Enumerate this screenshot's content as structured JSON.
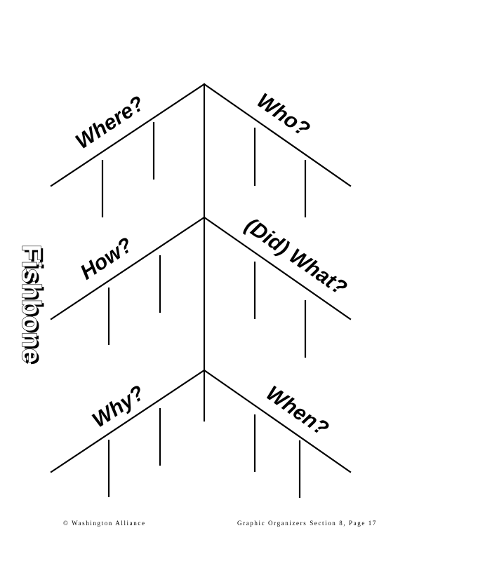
{
  "title": "Fishbone",
  "branches": {
    "where": "Where?",
    "who": "Who?",
    "how": "How?",
    "did_what": "(Did) What?",
    "why": "Why?",
    "when": "When?"
  },
  "footer": {
    "left": "© Washington Alliance",
    "right": "Graphic Organizers Section 8, Page 17"
  }
}
